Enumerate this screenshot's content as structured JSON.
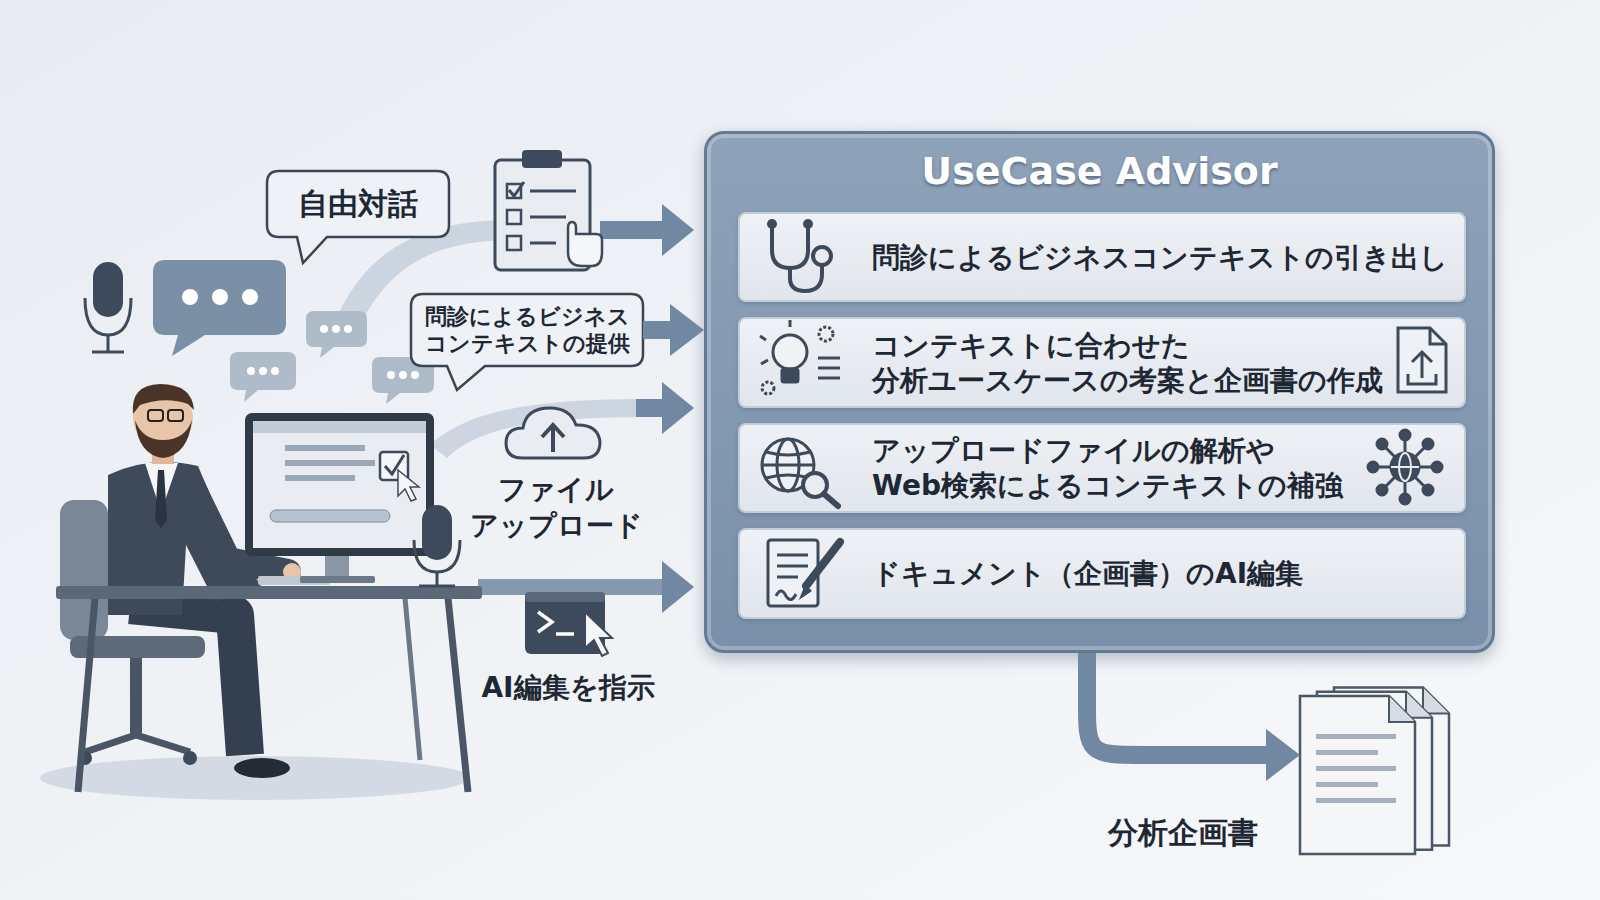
{
  "diagram": {
    "nodes": [
      {
        "text": [
          "自由対話"
        ]
      },
      {
        "text": [
          "問診によるビジネス コンテキストの提供"
        ]
      },
      {
        "text": [
          "UseCase Advisor"
        ]
      },
      {
        "text": [
          "問診によるビジネスコンテキストの引き出し"
        ],
        "in": 2
      },
      {
        "text": [
          "コンテキストに合わせた 分析ユースケースの考案と企画書の作成"
        ],
        "in": 2
      },
      {
        "text": [
          "アップロードファイルの解析や Web検索によるコンテキストの補強"
        ],
        "in": 2
      },
      {
        "text": [
          "ドキュメント（企画書）のAI編集"
        ],
        "in": 2
      },
      {
        "text": [
          "分析企画書"
        ]
      }
    ],
    "edges": [
      {
        "from": 1,
        "to": 2,
        "arrow": "to"
      },
      {
        "from": 2,
        "to": 7,
        "arrow": "to"
      }
    ],
    "labels": [
      "ファイル アップロード",
      "AI編集を指示"
    ]
  }
}
